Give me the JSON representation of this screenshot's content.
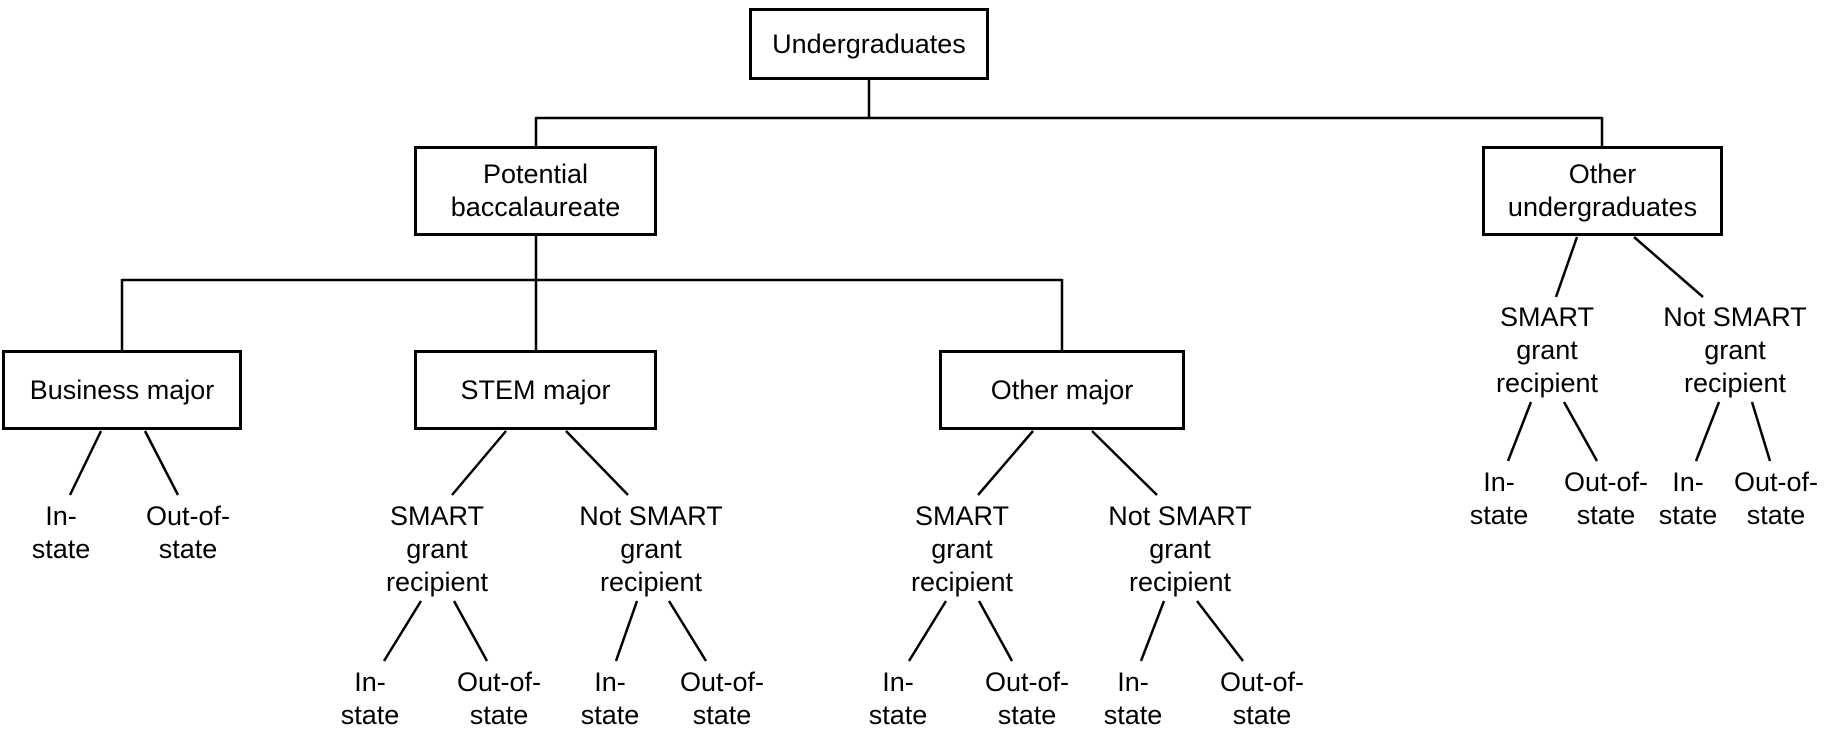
{
  "diagram": {
    "type": "tree",
    "colors": {
      "line": "#000000",
      "border": "#000000",
      "background": "#ffffff",
      "text": "#000000"
    },
    "root": {
      "label": "Undergraduates",
      "children": [
        {
          "label": "Potential\nbaccalaureate",
          "children": [
            {
              "label": "Business major",
              "children": [
                {
                  "label": "In-\nstate"
                },
                {
                  "label": "Out-of-\nstate"
                }
              ]
            },
            {
              "label": "STEM major",
              "children": [
                {
                  "label": "SMART\ngrant\nrecipient",
                  "children": [
                    {
                      "label": "In-\nstate"
                    },
                    {
                      "label": "Out-of-\nstate"
                    }
                  ]
                },
                {
                  "label": "Not SMART\ngrant\nrecipient",
                  "children": [
                    {
                      "label": "In-\nstate"
                    },
                    {
                      "label": "Out-of-\nstate"
                    }
                  ]
                }
              ]
            },
            {
              "label": "Other major",
              "children": [
                {
                  "label": "SMART\ngrant\nrecipient",
                  "children": [
                    {
                      "label": "In-\nstate"
                    },
                    {
                      "label": "Out-of-\nstate"
                    }
                  ]
                },
                {
                  "label": "Not SMART\ngrant\nrecipient",
                  "children": [
                    {
                      "label": "In-\nstate"
                    },
                    {
                      "label": "Out-of-\nstate"
                    }
                  ]
                }
              ]
            }
          ]
        },
        {
          "label": "Other\nundergraduates",
          "children": [
            {
              "label": "SMART\ngrant\nrecipient",
              "children": [
                {
                  "label": "In-\nstate"
                },
                {
                  "label": "Out-of-\nstate"
                }
              ]
            },
            {
              "label": "Not SMART\ngrant\nrecipient",
              "children": [
                {
                  "label": "In-\nstate"
                },
                {
                  "label": "Out-of-\nstate"
                }
              ]
            }
          ]
        }
      ]
    }
  }
}
